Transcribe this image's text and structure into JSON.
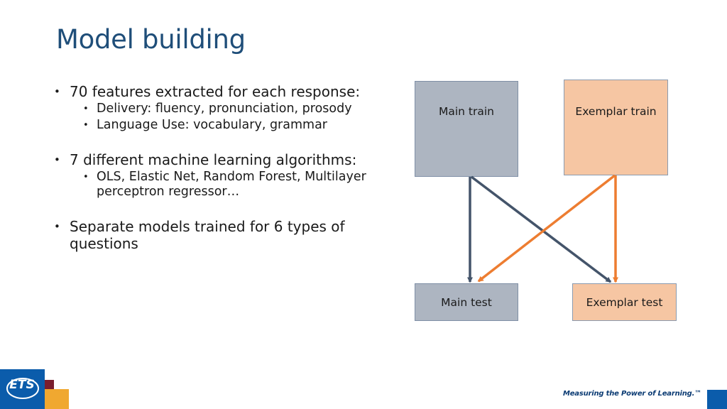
{
  "slide": {
    "title": "Model building",
    "bullets": [
      {
        "text": "70 features extracted for each response:",
        "sub": [
          "Delivery: fluency, pronunciation, prosody",
          "Language Use: vocabulary, grammar"
        ]
      },
      {
        "text": "7 different machine learning algorithms:",
        "sub": [
          "OLS, Elastic Net, Random Forest, Multilayer perceptron regressor…"
        ]
      },
      {
        "text": "Separate models trained for 6 types of questions",
        "sub": []
      }
    ]
  },
  "diagram": {
    "nodes": {
      "main_train": "Main train",
      "exemplar_train": "Exemplar train",
      "main_test": "Main test",
      "exemplar_test": "Exemplar test"
    },
    "edges": [
      {
        "from": "main_train",
        "to": "main_test",
        "color": "#44546a"
      },
      {
        "from": "main_train",
        "to": "exemplar_test",
        "color": "#44546a"
      },
      {
        "from": "exemplar_train",
        "to": "main_test",
        "color": "#ed7d31"
      },
      {
        "from": "exemplar_train",
        "to": "exemplar_test",
        "color": "#ed7d31"
      }
    ],
    "colors": {
      "main_fill": "#adb5c1",
      "exemplar_fill": "#f6c6a3",
      "main_arrow": "#44546a",
      "exemplar_arrow": "#ed7d31"
    }
  },
  "footer": {
    "logo_text": "ETS",
    "tagline": "Measuring the Power of Learning.™",
    "brand_colors": [
      "#0b5cab",
      "#7a1e2e",
      "#f0a830"
    ]
  }
}
